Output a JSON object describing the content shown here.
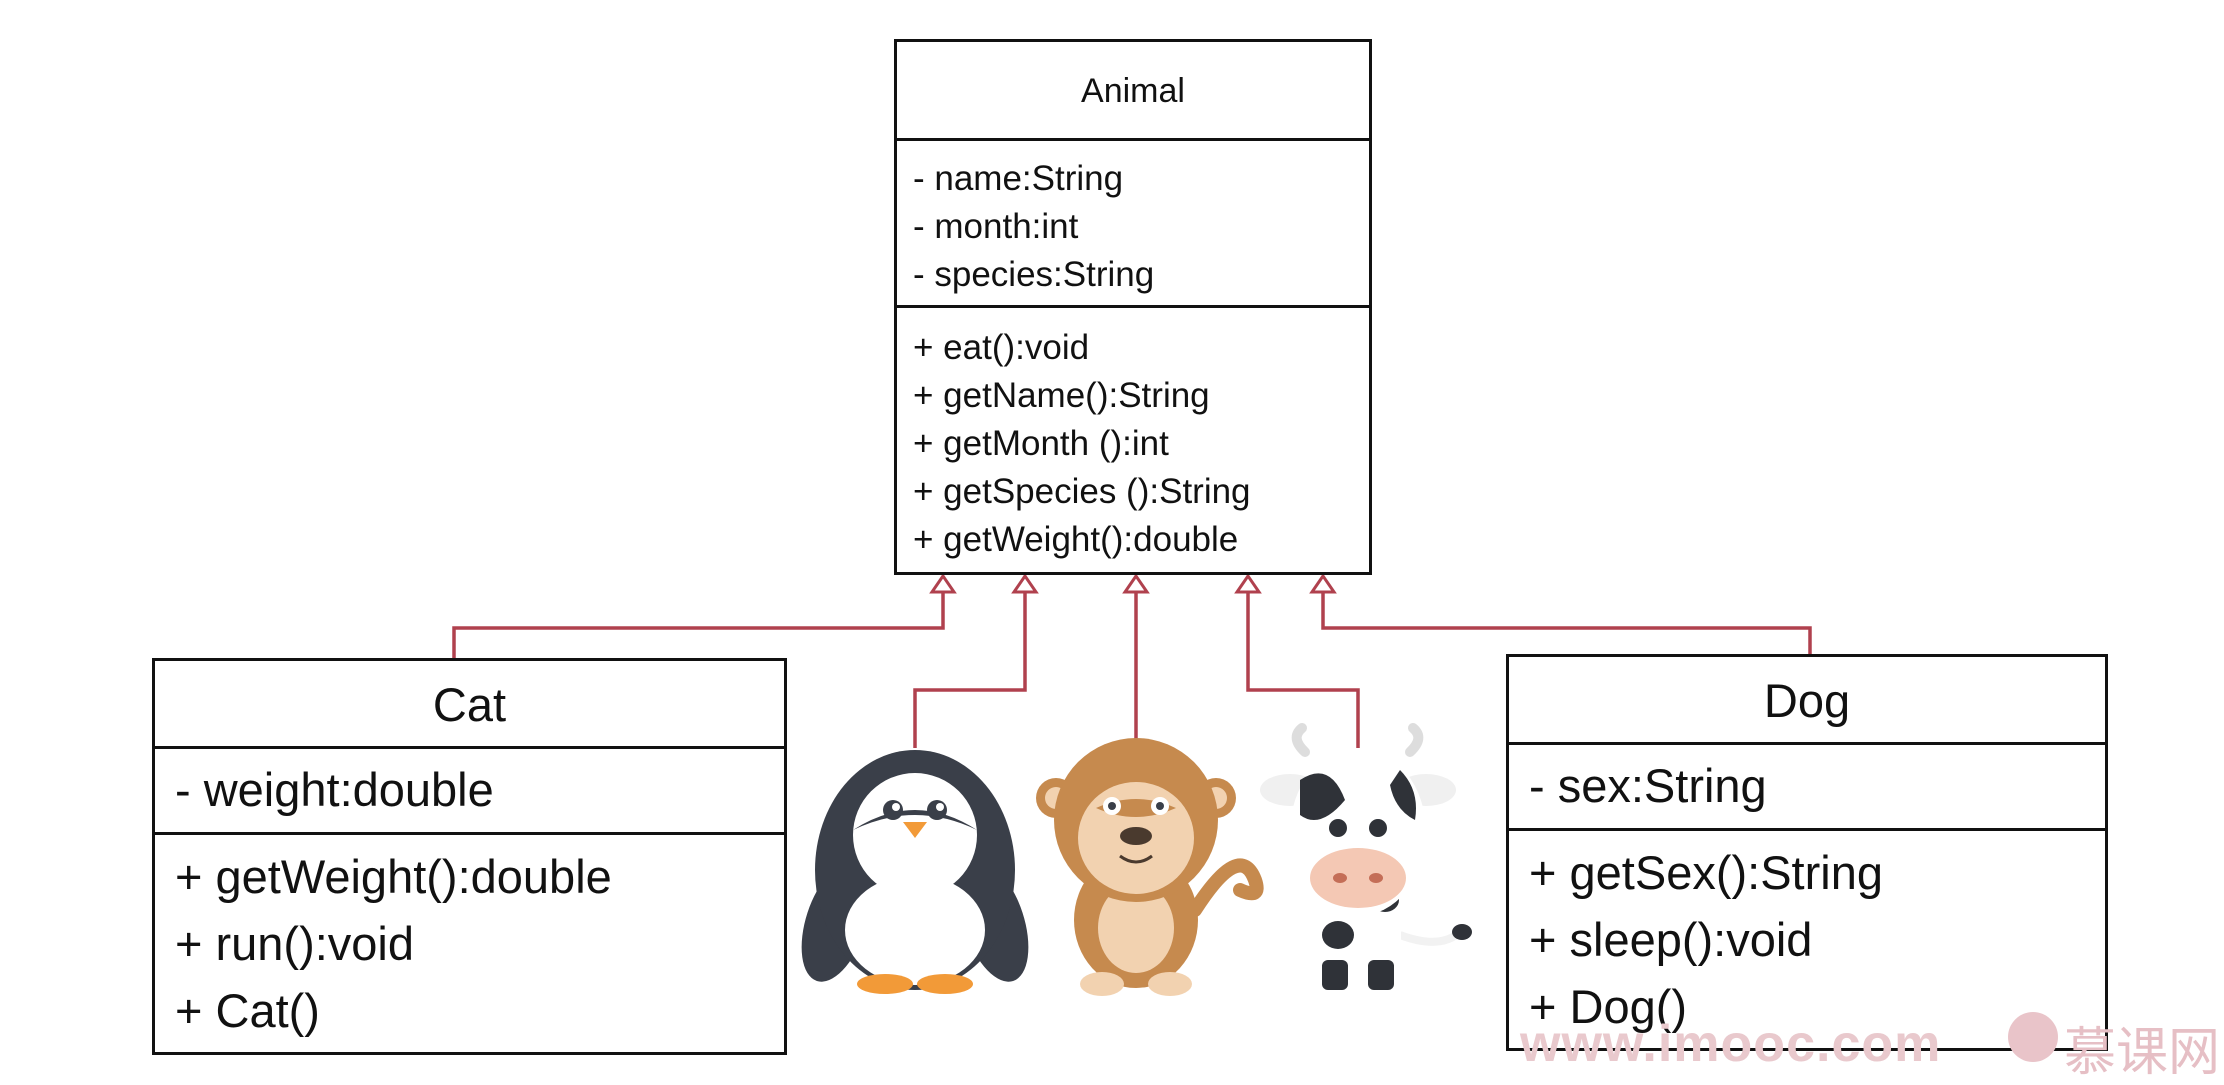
{
  "diagram": {
    "superclass": {
      "name": "Animal",
      "attributes": [
        "- name:String",
        "- month:int",
        "- species:String"
      ],
      "operations": [
        "+ eat():void",
        "+ getName():String",
        "+ getMonth ():int",
        "+ getSpecies ():String",
        "+ getWeight():double"
      ]
    },
    "subclasses": [
      {
        "name": "Cat",
        "attributes": [
          "- weight:double"
        ],
        "operations": [
          "+ getWeight():double",
          "+ run():void",
          "+ Cat()"
        ]
      },
      {
        "name": "Dog",
        "attributes": [
          "- sex:String"
        ],
        "operations": [
          "+ getSex():String",
          "+ sleep():void",
          "+ Dog()"
        ]
      }
    ],
    "illustrations": [
      "penguin",
      "monkey",
      "cow"
    ],
    "colors": {
      "box_border": "#111111",
      "inheritance_line": "#b0414e",
      "watermark": "#e9c9cd"
    }
  },
  "watermark": {
    "url": "www.imooc.com",
    "brand": "慕课网",
    "logo_icon": "imooc-logo-icon"
  }
}
